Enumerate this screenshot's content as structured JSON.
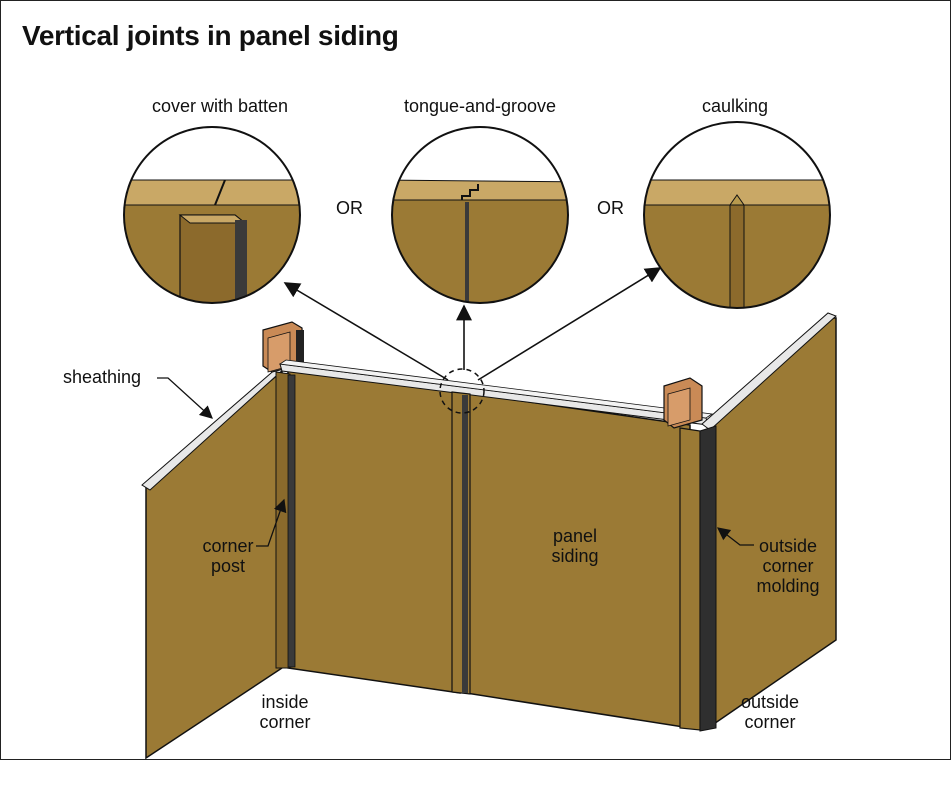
{
  "title": "Vertical joints in panel siding",
  "details": {
    "batten": "cover with batten",
    "tongue": "tongue-and-groove",
    "caulking": "caulking"
  },
  "or_1": "OR",
  "or_2": "OR",
  "labels": {
    "sheathing": "sheathing",
    "corner_post_1": "corner",
    "corner_post_2": "post",
    "panel_siding_1": "panel",
    "panel_siding_2": "siding",
    "outside_molding_1": "outside",
    "outside_molding_2": "corner",
    "outside_molding_3": "molding",
    "inside_corner_1": "inside",
    "inside_corner_2": "corner",
    "outside_corner_1": "outside",
    "outside_corner_2": "corner"
  },
  "colors": {
    "panel": "#9b7a35",
    "panel_light": "#b89a4e",
    "panel_top": "#c9a866",
    "dark_edge": "#3a3a3a",
    "post": "#c98a56",
    "outline": "#111111"
  }
}
